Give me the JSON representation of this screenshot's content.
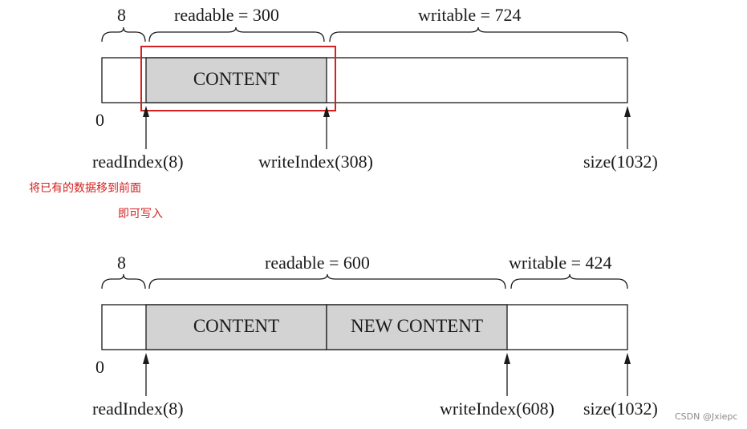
{
  "top_diagram": {
    "prefix_label": "8",
    "readable_label": "readable = 300",
    "writable_label": "writable = 724",
    "content_text": "CONTENT",
    "zero_label": "0",
    "read_index_label": "readIndex(8)",
    "write_index_label": "writeIndex(308)",
    "size_label": "size(1032)"
  },
  "annotations": {
    "line1": "将已有的数据移到前面",
    "line2": "即可写入"
  },
  "bottom_diagram": {
    "prefix_label": "8",
    "readable_label": "readable = 600",
    "writable_label": "writable = 424",
    "content_text": "CONTENT",
    "new_content_text": "NEW CONTENT",
    "zero_label": "0",
    "read_index_label": "readIndex(8)",
    "write_index_label": "writeIndex(608)",
    "size_label": "size(1032)"
  },
  "colors": {
    "content_fill": "#d3d3d3",
    "highlight_border": "#d42020",
    "annotation_text": "#d42020",
    "line": "#1a1a1a"
  },
  "watermark": "CSDN @Jxiepc"
}
